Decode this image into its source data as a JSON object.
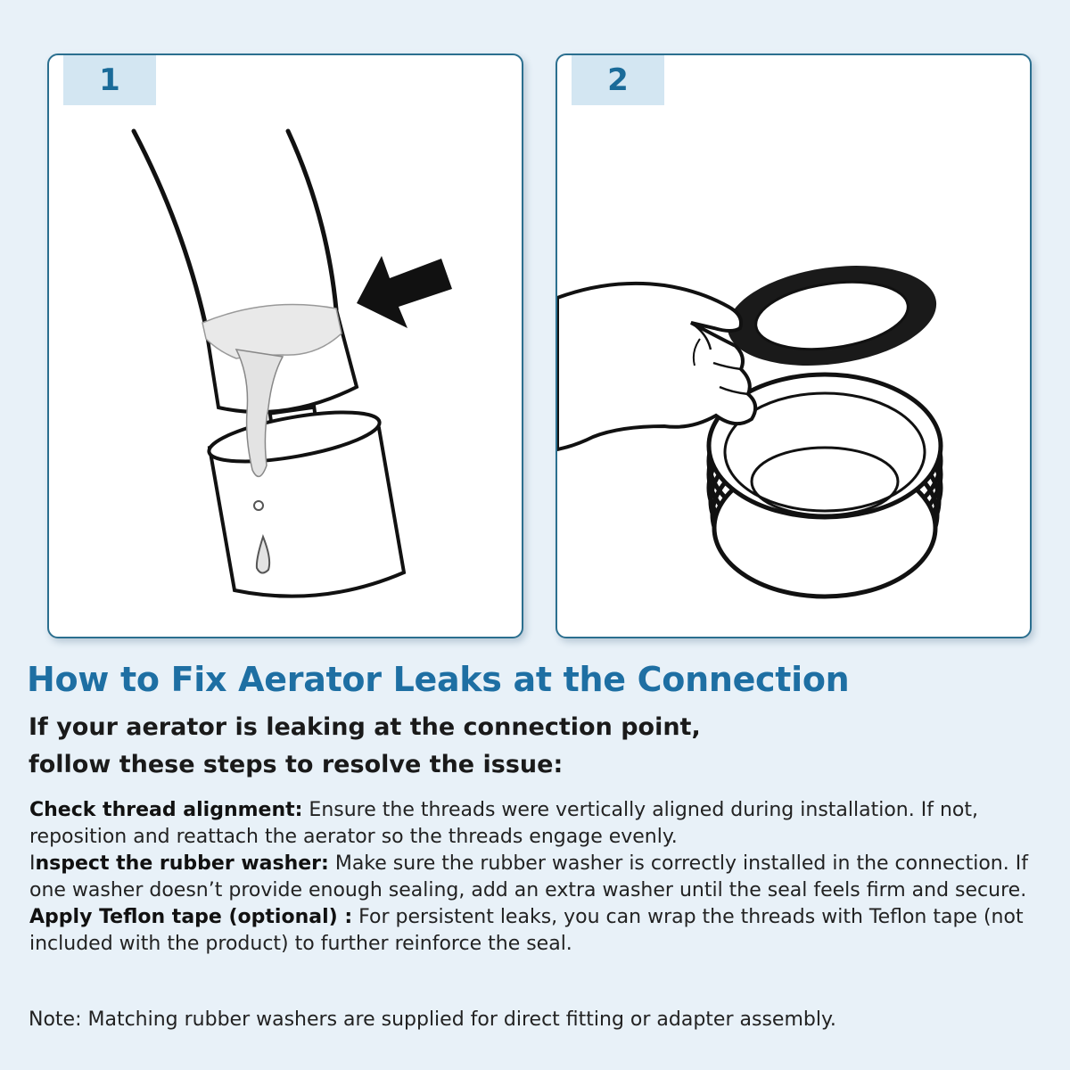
{
  "steps_panels": [
    {
      "number": "1"
    },
    {
      "number": "2"
    }
  ],
  "title": "How to Fix Aerator Leaks at the Connection",
  "subtitle": {
    "line1": "If your aerator is leaking at the connection point,",
    "line2": "follow these steps to resolve the issue:"
  },
  "instructions": [
    {
      "label": "Check thread alignment:",
      "text": " Ensure the threads were vertically aligned during installation. If not, reposition and reattach the aerator so the threads engage evenly."
    },
    {
      "label_prefix": "I",
      "label": "nspect the rubber washer:",
      "text": " Make sure the rubber washer is correctly installed in the connection. If one washer doesn’t provide enough sealing, add an extra washer until the seal feels firm and secure."
    },
    {
      "label": "Apply Teflon tape (optional) :",
      "text": " For persistent leaks, you can wrap the threads with Teflon tape (not included with the product) to further reinforce the seal."
    }
  ],
  "note": "Note: Matching rubber washers are supplied for direct fitting or adapter assembly.",
  "colors": {
    "background": "#e8f1f8",
    "panel_border": "#2b6f8f",
    "badge_bg": "#d3e6f2",
    "accent_blue": "#1e6fa3"
  }
}
